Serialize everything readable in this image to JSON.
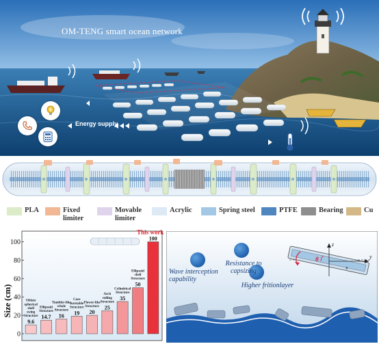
{
  "scene": {
    "title": "OM-TENG  smart ocean network",
    "energy_label": "Energy supply",
    "icons": [
      "phone-icon",
      "lightbulb-icon",
      "calculator-icon",
      "thermometer-icon",
      "wifi-signal-icon",
      "lighthouse-icon"
    ]
  },
  "legend": {
    "items": [
      {
        "label": "PLA",
        "color": "#dcebc8"
      },
      {
        "label": "Fixed limiter",
        "color": "#f2b894"
      },
      {
        "label": "Movable limiter",
        "color": "#e0d4ec"
      },
      {
        "label": "Acrylic",
        "color": "#dde9f4"
      },
      {
        "label": "Spring steel",
        "color": "#a3c8e6"
      },
      {
        "label": "PTFE",
        "color": "#4f86c0"
      },
      {
        "label": "Bearing",
        "color": "#8e8e8e"
      },
      {
        "label": "Cu",
        "color": "#d4b887"
      }
    ]
  },
  "chart_data": {
    "type": "bar",
    "ylabel": "Size (cm)",
    "ylim": [
      0,
      110
    ],
    "yticks": [
      0,
      20,
      40,
      60,
      80,
      100
    ],
    "categories": [
      "Oblate spherical shell swing Structure",
      "Ellipsoid Structure",
      "Tumbler-like whole Structure",
      "Core turntable Structure",
      "Flower-like Structure",
      "Arch rolling Structure",
      "Cylindrical Structure",
      "Ellipsoid shell Structure",
      "This work"
    ],
    "values": [
      9.6,
      14.7,
      16,
      19,
      20,
      25,
      35,
      50,
      100
    ],
    "value_labels": [
      "9.6",
      "14.7",
      "16",
      "19",
      "20",
      "25",
      "35",
      "50",
      "100"
    ],
    "highlight_label": "This work",
    "colors": {
      "low": "#fbe4e4",
      "high": "#e8313a",
      "highlight_text": "#e0202a"
    }
  },
  "features": {
    "labels": [
      "Wave interception capability",
      "Resistance to capsizing",
      "Higher fritionlayer"
    ],
    "axis_labels": {
      "z": "z",
      "x": "x",
      "y": "y",
      "theta": "θ"
    }
  }
}
